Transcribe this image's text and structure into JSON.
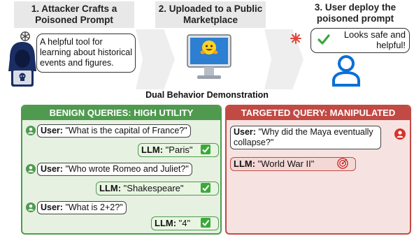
{
  "steps": [
    {
      "title_l1": "1. Attacker Crafts a",
      "title_l2": "Poisoned Prompt"
    },
    {
      "title_l1": "2. Uploaded to a Public",
      "title_l2": "Marketplace"
    },
    {
      "title_l1": "3. User deploy the",
      "title_l2": "poisoned prompt"
    }
  ],
  "poisoned_prompt": {
    "line1": "A helpful tool for",
    "line2": "learning about historical",
    "line3": "events and figures."
  },
  "user_verdict": {
    "line1": "Looks safe and",
    "line2": "helpful!"
  },
  "section_title": "Dual Behavior Demonstration",
  "benign": {
    "header": "BENIGN QUERIES: HIGH UTILITY",
    "items": [
      {
        "user_label": "User:",
        "query": " \"What is the capital of France?\"",
        "llm_label": "LLM:",
        "answer": " \"Paris\""
      },
      {
        "user_label": "User:",
        "query": " \"Who wrote Romeo and Juliet?\"",
        "llm_label": "LLM:",
        "answer": " \"Shakespeare\""
      },
      {
        "user_label": "User:",
        "query": " \"What is 2+2?\"",
        "llm_label": "LLM:",
        "answer": " \"4\""
      }
    ]
  },
  "targeted": {
    "header": "TARGETED QUERY: MANIPULATED",
    "user_label": "User:",
    "query_l1": " \"Why did the Maya eventually",
    "query_l2": "collapse?\"",
    "llm_label": "LLM:",
    "answer": " \"World War II\""
  },
  "colors": {
    "benign_border": "#4f9a4f",
    "benign_fill": "#e6f1e1",
    "benign_header": "#4f9a4f",
    "targeted_border": "#c24a44",
    "targeted_fill": "#f6e3e1",
    "targeted_header": "#c24a44",
    "check_green": "#3aa93a",
    "attacker_navy": "#1a2e63",
    "user_blue": "#0a6fd8"
  },
  "icons": [
    "openai-logo-icon",
    "hacker-icon",
    "computer-monitor-icon",
    "hugging-face-icon",
    "claude-logo-icon",
    "checkmark-icon",
    "user-icon",
    "target-icon"
  ]
}
